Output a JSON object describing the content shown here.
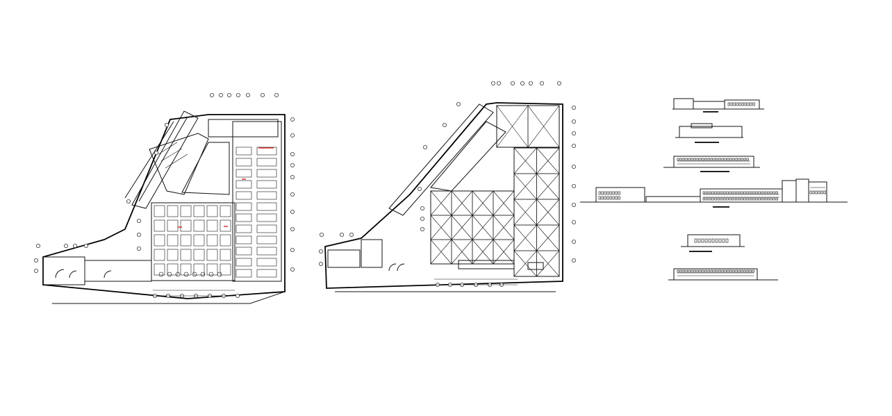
{
  "drawing": {
    "background": "#ffffff",
    "line_color": "#111111",
    "accent_color": "#d01010"
  },
  "plans": [
    {
      "id": "floor-plan-1"
    },
    {
      "id": "floor-plan-2"
    }
  ],
  "elevations": [
    {
      "id": "elevation-1"
    },
    {
      "id": "elevation-2"
    },
    {
      "id": "elevation-3"
    },
    {
      "id": "elevation-4"
    },
    {
      "id": "elevation-5"
    },
    {
      "id": "elevation-6"
    }
  ]
}
